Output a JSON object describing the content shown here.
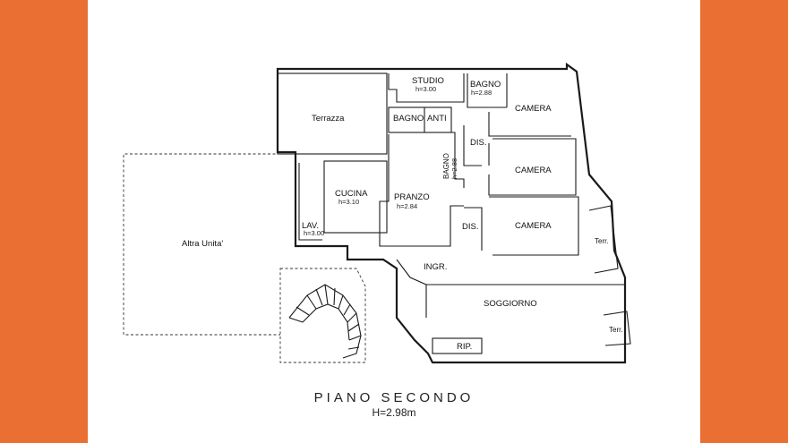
{
  "colors": {
    "side_bars": "#ea6f33",
    "background": "#ffffff",
    "walls": "#1a1a1a"
  },
  "plan": {
    "title": "PIANO SECONDO",
    "subtitle": "H=2.98m",
    "rooms": {
      "studio": {
        "name": "STUDIO",
        "height": "h=3.00"
      },
      "bagno_top": {
        "name": "BAGNO",
        "height": "h=2.88"
      },
      "camera_1": {
        "name": "CAMERA"
      },
      "terrazza": {
        "name": "Terrazza"
      },
      "bagno_anti_bagno": {
        "name": "BAGNO"
      },
      "bagno_anti_anti": {
        "name": "ANTI"
      },
      "dis_1": {
        "name": "DIS."
      },
      "camera_2": {
        "name": "CAMERA"
      },
      "bagno_mid": {
        "name": "BAGNO",
        "height": "h=2.88"
      },
      "cucina": {
        "name": "CUCINA",
        "height": "h=3.10"
      },
      "pranzo": {
        "name": "PRANZO",
        "height": "h=2.84"
      },
      "altra_unita": {
        "name": "Altra Unita'"
      },
      "lav": {
        "name": "LAV.",
        "height": "h=3.00"
      },
      "dis_2": {
        "name": "DIS."
      },
      "camera_3": {
        "name": "CAMERA"
      },
      "terr_1": {
        "name": "Terr."
      },
      "ingr": {
        "name": "INGR."
      },
      "soggiorno": {
        "name": "SOGGIORNO"
      },
      "terr_2": {
        "name": "Terr."
      },
      "rip": {
        "name": "RIP."
      }
    }
  }
}
